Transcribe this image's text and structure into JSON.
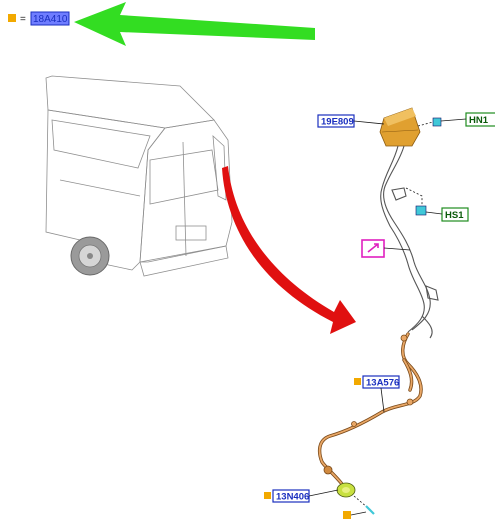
{
  "legend": {
    "equals": "=",
    "part_number": "18A410"
  },
  "labels": {
    "module": "19E809",
    "connector_top": "HN1",
    "connector_mid": "HS1",
    "harness": "13A576",
    "lamp": "13N406"
  },
  "colors": {
    "legend_square": "#f2a900",
    "highlight_fill": "#6f7dff",
    "part_label_border": "#1a2fbf",
    "connector_label_border": "#1e8c1e",
    "green_arrow": "#33dd22",
    "red_arrow": "#e01010",
    "module_body": "#e0a030",
    "harness_orange": "#e9a766",
    "connector_cyan": "#40c8d8",
    "lamp_green": "#c8e040",
    "magenta_marker": "#e020c0"
  },
  "icons": {
    "legend": "orange-square-icon",
    "magenta_marker": "tool-marker-icon"
  }
}
